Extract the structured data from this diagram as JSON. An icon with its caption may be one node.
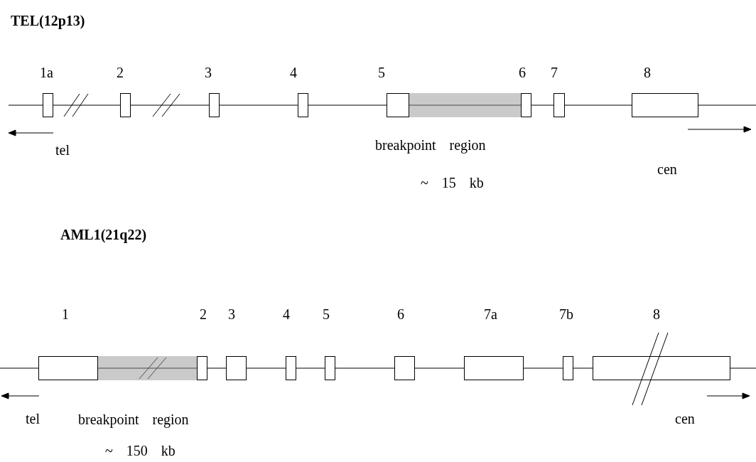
{
  "diagram": {
    "nodes": [
      {
        "text": [],
        "shape": "box",
        "beside": [
          "1a"
        ]
      },
      {
        "text": [],
        "shape": "box",
        "beside": [
          "2"
        ]
      },
      {
        "text": [],
        "shape": "box",
        "beside": [
          "3"
        ]
      },
      {
        "text": [],
        "shape": "box",
        "beside": [
          "4"
        ]
      },
      {
        "text": [],
        "shape": "box",
        "beside": [
          "5"
        ]
      },
      {
        "text": [],
        "shape": "bar",
        "beside": [
          "breakpoint region",
          "~ 15 kb"
        ]
      },
      {
        "text": [],
        "shape": "box",
        "beside": [
          "6"
        ]
      },
      {
        "text": [],
        "shape": "box",
        "beside": [
          "7"
        ]
      },
      {
        "text": [],
        "shape": "box",
        "beside": [
          "8"
        ]
      },
      {
        "text": [],
        "shape": "box",
        "beside": [
          "1"
        ]
      },
      {
        "text": [],
        "shape": "bar",
        "beside": [
          "breakpoint region",
          "~ 150 kb"
        ]
      },
      {
        "text": [],
        "shape": "box",
        "beside": [
          "2"
        ]
      },
      {
        "text": [],
        "shape": "box",
        "beside": [
          "3"
        ]
      },
      {
        "text": [],
        "shape": "box",
        "beside": [
          "4"
        ]
      },
      {
        "text": [],
        "shape": "box",
        "beside": [
          "5"
        ]
      },
      {
        "text": [],
        "shape": "box",
        "beside": [
          "6"
        ]
      },
      {
        "text": [],
        "shape": "box",
        "beside": [
          "7a"
        ]
      },
      {
        "text": [],
        "shape": "box",
        "beside": [
          "7b"
        ]
      },
      {
        "text": [],
        "shape": "box",
        "beside": [
          "8"
        ]
      }
    ],
    "labels": [
      "TEL(12p13)",
      "tel",
      "cen",
      "AML1(21q22)",
      "tel",
      "cen"
    ]
  }
}
